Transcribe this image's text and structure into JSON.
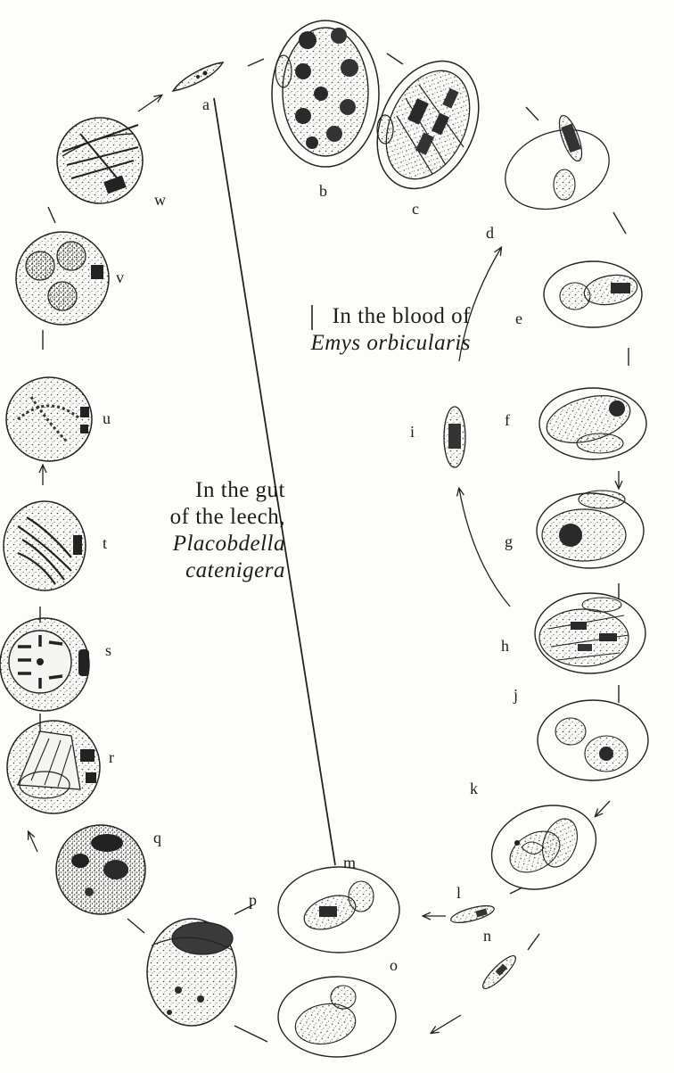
{
  "labels": {
    "a": "a",
    "b": "b",
    "c": "c",
    "d": "d",
    "e": "e",
    "f": "f",
    "g": "g",
    "h": "h",
    "i": "i",
    "j": "j",
    "k": "k",
    "l": "l",
    "m": "m",
    "n": "n",
    "o": "o",
    "p": "p",
    "q": "q",
    "r": "r",
    "s": "s",
    "t": "t",
    "u": "u",
    "v": "v",
    "w": "w"
  },
  "captions": {
    "blood_line1": "In the blood of",
    "blood_line2": "Emys orbicularis",
    "leech_line1": "In the gut",
    "leech_line2": "of the leech,",
    "leech_line3": "Placobdella",
    "leech_line4": "catenigera"
  },
  "colors": {
    "ink": "#1c1c1c",
    "paper": "#fdfdfb"
  }
}
